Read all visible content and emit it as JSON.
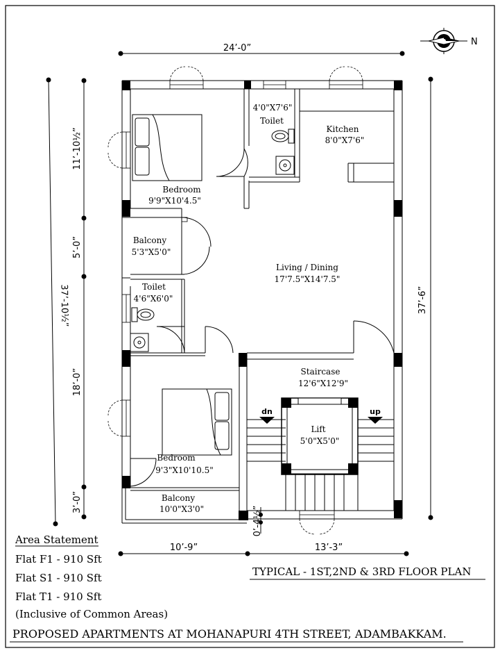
{
  "compass": {
    "label": "N"
  },
  "dimensions": {
    "top_width": "24’-0”",
    "right_height": "37’-6”",
    "left_total": "37’-10½”",
    "left_seg1": "11’-10½”",
    "left_seg2": "5’-0”",
    "left_seg3": "18’-0”",
    "left_seg4": "3’-0”",
    "bottom_left": "10’-9”",
    "bottom_right": "13’-3”",
    "bottom_gap": "0’-4½”"
  },
  "rooms": {
    "toilet1": {
      "size": "4'0\"X7'6\"",
      "name": "Toilet"
    },
    "kitchen": {
      "name": "Kitchen",
      "size": "8'0\"X7'6\""
    },
    "bedroom1": {
      "name": "Bedroom",
      "size": "9'9\"X10'4.5\""
    },
    "balcony1": {
      "name": "Balcony",
      "size": "5'3\"X5'0\""
    },
    "living": {
      "name": "Living / Dining",
      "size": "17'7.5\"X14'7.5\""
    },
    "toilet2": {
      "name": "Toilet",
      "size": "4'6\"X6'0\""
    },
    "staircase": {
      "name": "Staircase",
      "size": "12'6\"X12'9\""
    },
    "lift": {
      "name": "Lift",
      "size": "5'0\"X5'0\""
    },
    "bedroom2": {
      "name": "Bedroom",
      "size": "9'3\"X10'10.5\""
    },
    "balcony2": {
      "name": "Balcony",
      "size": "10'0\"X3'0\""
    }
  },
  "stairs": {
    "down": "dn",
    "up": "up"
  },
  "area_statement": {
    "heading": "Area Statement",
    "lines": [
      "Flat F1 - 910 Sft",
      "Flat S1 - 910 Sft",
      "Flat T1 - 910 Sft",
      "(Inclusive of Common Areas)"
    ]
  },
  "plan_title": "TYPICAL - 1ST,2ND & 3RD FLOOR PLAN",
  "project_title": "PROPOSED APARTMENTS AT MOHANAPURI 4TH STREET, ADAMBAKKAM."
}
